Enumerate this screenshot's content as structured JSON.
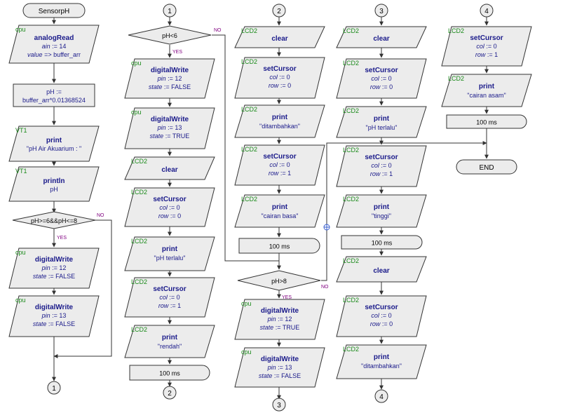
{
  "colors": {
    "block_fill": "#ececec",
    "block_stroke": "#333333",
    "tag_text": "#1a8a1a",
    "main_text": "#1a1a8a",
    "label_text": "#800080",
    "line": "#333333",
    "junction": "#3a5fcd"
  },
  "flow1": {
    "start": "SensorpH",
    "analogread": {
      "tag": "cpu",
      "title": "analogRead",
      "p1_name": "ain",
      "p1_val": "14",
      "p2_name": "value",
      "p2_op": "=>",
      "p2_val": "buffer_arr"
    },
    "assign": {
      "line1": "pH :=",
      "line2": "buffer_arr*0.01368524"
    },
    "print": {
      "tag": "VT1",
      "title": "print",
      "arg": "\"pH Air Akuarium : \""
    },
    "println": {
      "tag": "VT1",
      "title": "println",
      "arg": "pH"
    },
    "decision": {
      "cond": "pH>=6&&pH<=8",
      "yes": "YES",
      "no": "NO"
    },
    "dw1": {
      "tag": "cpu",
      "title": "digitalWrite",
      "pin": "12",
      "state": "FALSE"
    },
    "dw2": {
      "tag": "cpu",
      "title": "digitalWrite",
      "pin": "13",
      "state": "FALSE"
    },
    "end_connector": "1"
  },
  "flow2": {
    "connector": "1",
    "decision": {
      "cond": "pH<6",
      "yes": "YES",
      "no": "NO"
    },
    "dw1": {
      "tag": "cpu",
      "title": "digitalWrite",
      "pin": "12",
      "state": "FALSE"
    },
    "dw2": {
      "tag": "cpu",
      "title": "digitalWrite",
      "pin": "13",
      "state": "TRUE"
    },
    "clear": {
      "tag": "LCD2",
      "title": "clear"
    },
    "setcursor": {
      "tag": "LCD2",
      "title": "setCursor",
      "col": "0",
      "row": "0"
    },
    "print1": {
      "tag": "LCD2",
      "title": "print",
      "arg": "\"pH terlalu\""
    },
    "setcursor2": {
      "tag": "LCD2",
      "title": "setCursor",
      "col": "0",
      "row": "1"
    },
    "print2": {
      "tag": "LCD2",
      "title": "print",
      "arg": "\"rendah\""
    },
    "delay": "100 ms",
    "end_connector": "2"
  },
  "flow3": {
    "connector": "2",
    "clear": {
      "tag": "LCD2",
      "title": "clear"
    },
    "setcursor": {
      "tag": "LCD2",
      "title": "setCursor",
      "col": "0",
      "row": "0"
    },
    "print1": {
      "tag": "LCD2",
      "title": "print",
      "arg": "\"ditambahkan\""
    },
    "setcursor2": {
      "tag": "LCD2",
      "title": "setCursor",
      "col": "0",
      "row": "1"
    },
    "print2": {
      "tag": "LCD2",
      "title": "print",
      "arg": "\"cairan basa\""
    },
    "delay": "100 ms",
    "decision": {
      "cond": "pH>8",
      "yes": "YES",
      "no": "NO"
    },
    "dw1": {
      "tag": "cpu",
      "title": "digitalWrite",
      "pin": "12",
      "state": "TRUE"
    },
    "dw2": {
      "tag": "cpu",
      "title": "digitalWrite",
      "pin": "13",
      "state": "FALSE"
    },
    "end_connector": "3"
  },
  "flow4": {
    "connector": "3",
    "clear": {
      "tag": "LCD2",
      "title": "clear"
    },
    "setcursor": {
      "tag": "LCD2",
      "title": "setCursor",
      "col": "0",
      "row": "0"
    },
    "print1": {
      "tag": "LCD2",
      "title": "print",
      "arg": "\"pH terlalu\""
    },
    "setcursor2": {
      "tag": "LCD2",
      "title": "setCursor",
      "col": "0",
      "row": "1"
    },
    "print2": {
      "tag": "LCD2",
      "title": "print",
      "arg": "\"tinggi\""
    },
    "delay": "100 ms",
    "clear2": {
      "tag": "LCD2",
      "title": "clear"
    },
    "setcursor3": {
      "tag": "LCD2",
      "title": "setCursor",
      "col": "0",
      "row": "0"
    },
    "print3": {
      "tag": "LCD2",
      "title": "print",
      "arg": "\"ditambahkan\""
    },
    "end_connector": "4"
  },
  "flow5": {
    "connector": "4",
    "setcursor": {
      "tag": "LCD2",
      "title": "setCursor",
      "col": "0",
      "row": "1"
    },
    "print": {
      "tag": "LCD2",
      "title": "print",
      "arg": "\"cairan asam\""
    },
    "delay": "100 ms",
    "end": "END"
  },
  "labels": {
    "col": "col",
    "row": "row",
    "pin": "pin",
    "state": "state",
    "assign_op": ":="
  }
}
